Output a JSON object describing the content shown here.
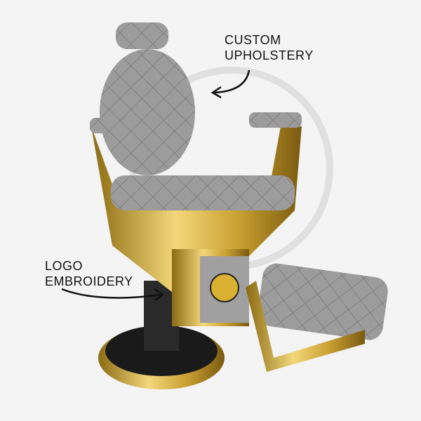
{
  "annotations": {
    "upholstery": [
      "CUSTOM",
      "UPHOLSTERY"
    ],
    "logo": [
      "LOGO",
      "EMBROIDERY"
    ]
  },
  "colors": {
    "leather": "#9a9a9a",
    "gold": "#c9a032",
    "black": "#1a1a1a",
    "background": "#f4f4f4"
  }
}
